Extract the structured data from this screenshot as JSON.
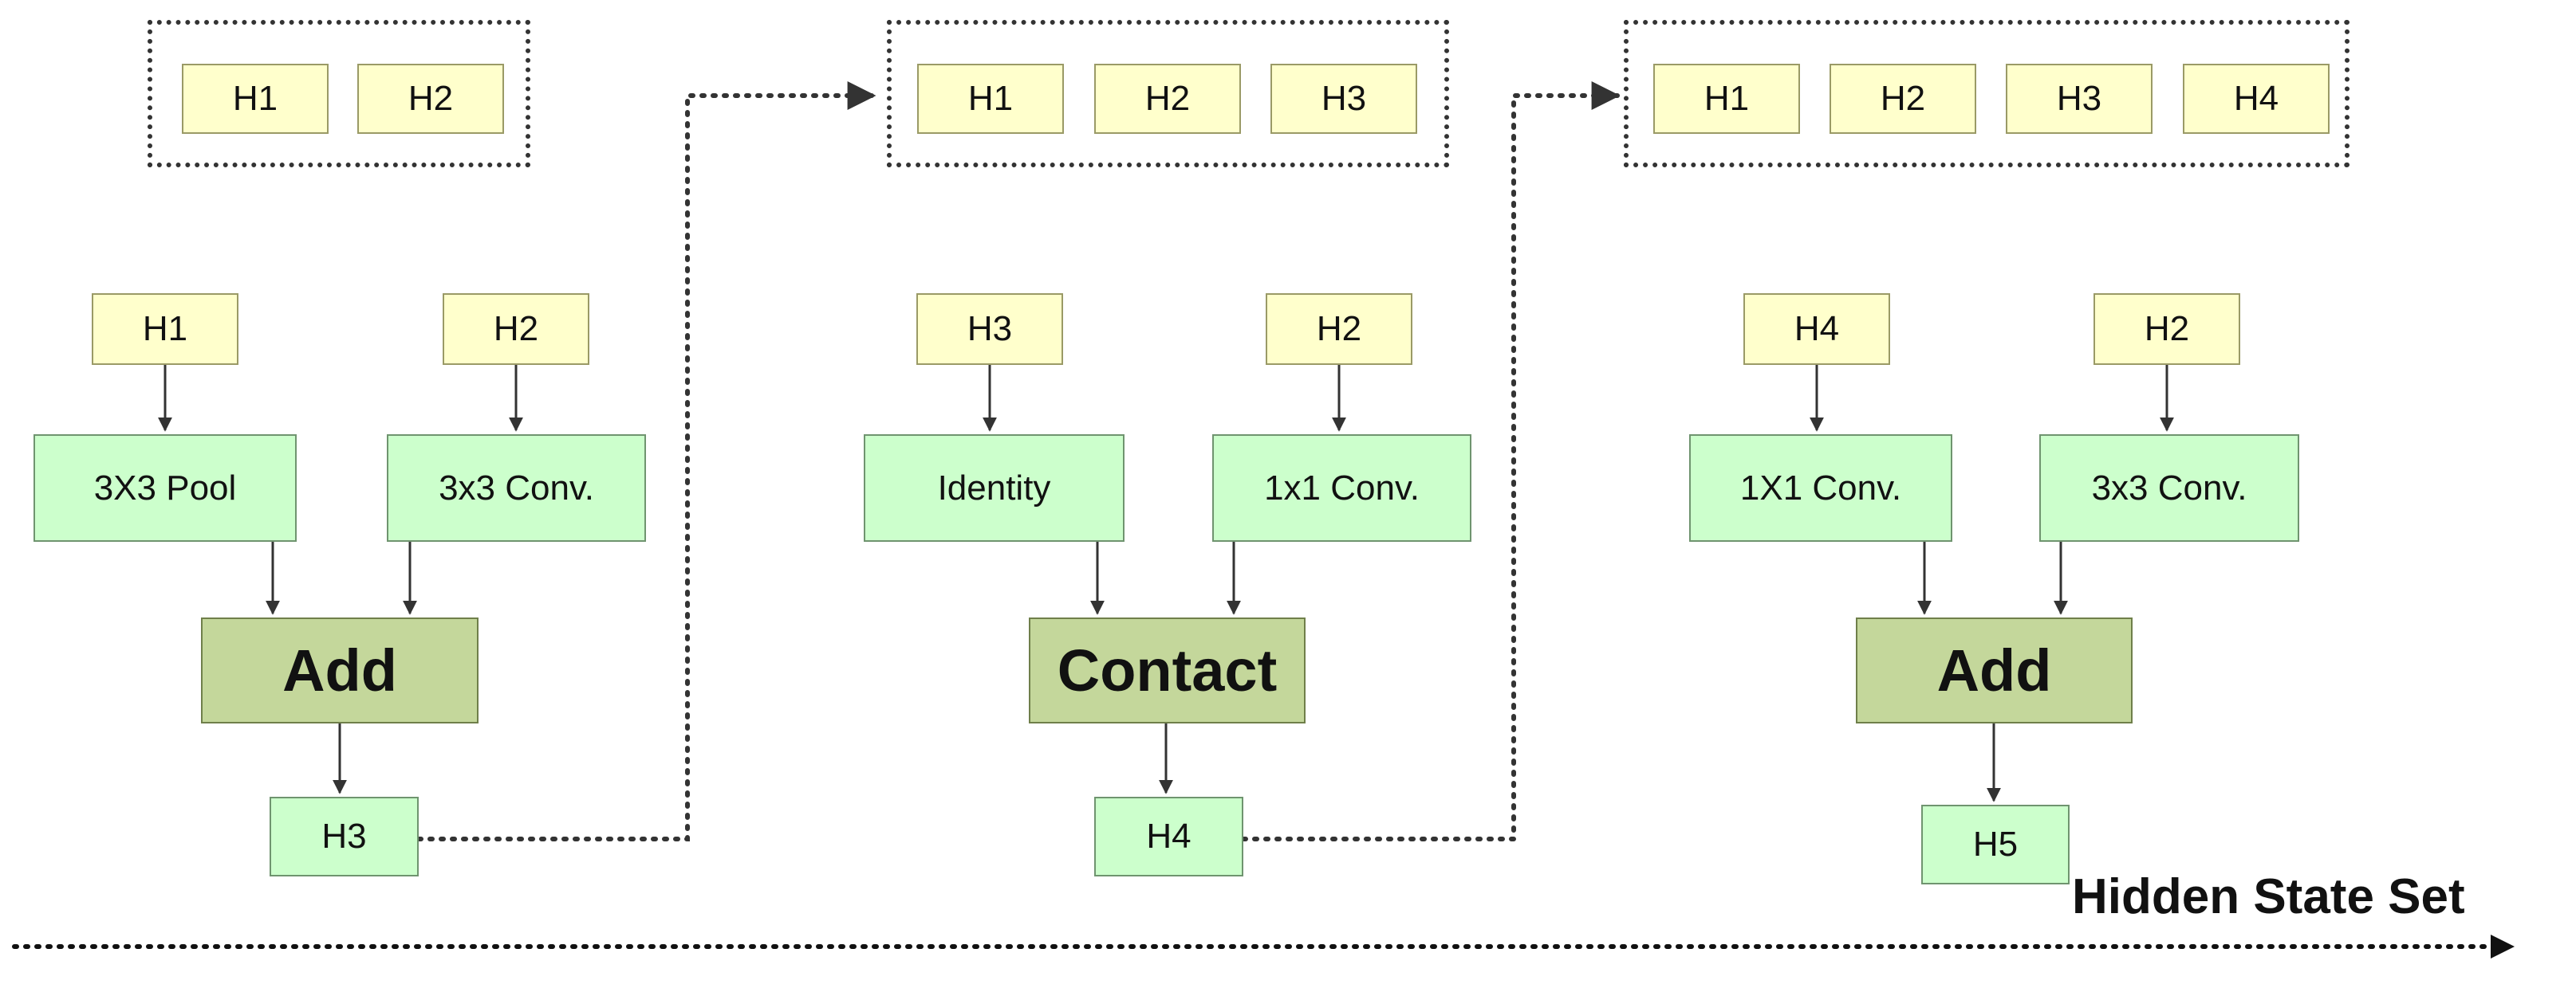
{
  "stages": [
    {
      "state_set": [
        "H1",
        "H2"
      ],
      "inputs": [
        "H1",
        "H2"
      ],
      "ops": [
        "3X3 Pool",
        "3x3 Conv."
      ],
      "combine": "Add",
      "output": "H3"
    },
    {
      "state_set": [
        "H1",
        "H2",
        "H3"
      ],
      "inputs": [
        "H3",
        "H2"
      ],
      "ops": [
        "Identity",
        "1x1 Conv."
      ],
      "combine": "Contact",
      "output": "H4"
    },
    {
      "state_set": [
        "H1",
        "H2",
        "H3",
        "H4"
      ],
      "inputs": [
        "H4",
        "H2"
      ],
      "ops": [
        "1X1 Conv.",
        "3x3 Conv."
      ],
      "combine": "Add",
      "output": "H5"
    }
  ],
  "footer_label": "Hidden State Set",
  "colors": {
    "state_fill": "#ffffcc",
    "op_fill": "#ccffcc",
    "combine_fill": "#c4d79b",
    "line": "#333333"
  }
}
